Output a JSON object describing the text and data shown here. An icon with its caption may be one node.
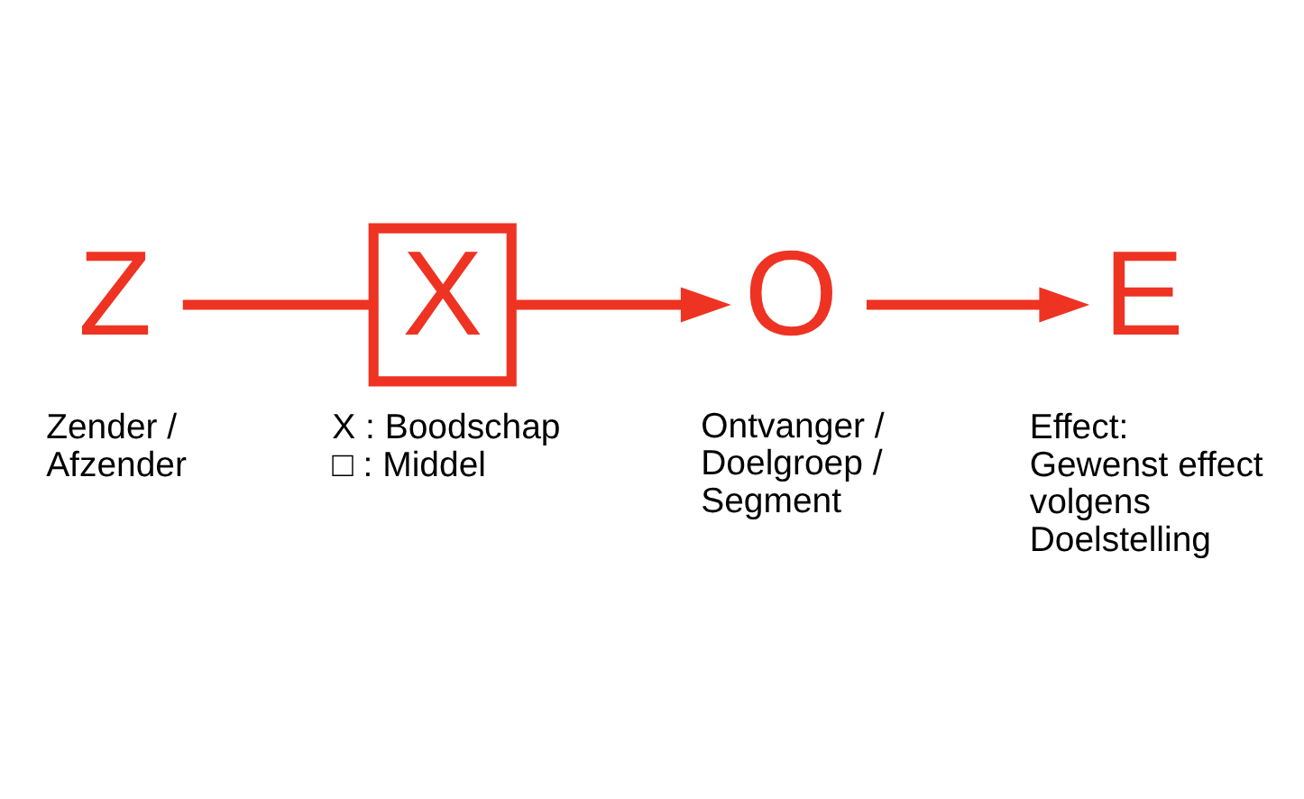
{
  "diagram": {
    "nodes": [
      {
        "text": [
          "Z"
        ],
        "beside": [
          "Zender / Afzender"
        ]
      },
      {
        "text": [
          "X"
        ],
        "beside": [
          "X : Boodschap",
          "□ : Middel"
        ]
      },
      {
        "text": [
          "O"
        ],
        "beside": [
          "Ontvanger / Doelgroep / Segment"
        ]
      },
      {
        "text": [
          "E"
        ],
        "beside": [
          "Effect: Gewenst effect volgens Doelstelling"
        ]
      }
    ],
    "edges": [
      {
        "from": 0,
        "to": 1,
        "arrow": "none"
      },
      {
        "from": 1,
        "to": 2,
        "arrow": "to"
      },
      {
        "from": 2,
        "to": 3,
        "arrow": "to"
      }
    ]
  }
}
